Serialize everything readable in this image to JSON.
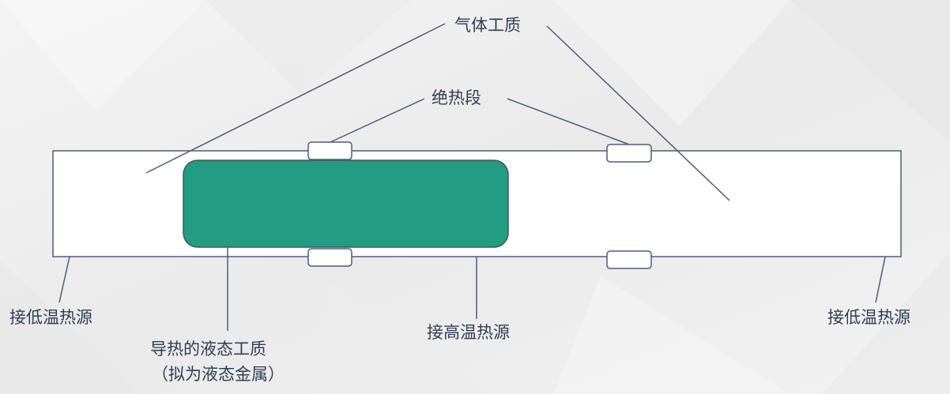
{
  "diagram": {
    "labels": {
      "gas_working_medium": "气体工质",
      "adiabatic_section": "绝热段",
      "low_temp_source_left": "接低温热源",
      "low_temp_source_right": "接低温热源",
      "high_temp_source": "接高温热源",
      "liquid_medium_line1": "导热的液态工质",
      "liquid_medium_line2": "（拟为液态金属）"
    },
    "colors": {
      "liquid_fill": "#229c82",
      "line": "#4a5d7a",
      "tube_fill": "#ffffff",
      "text": "#2f3e55"
    }
  }
}
